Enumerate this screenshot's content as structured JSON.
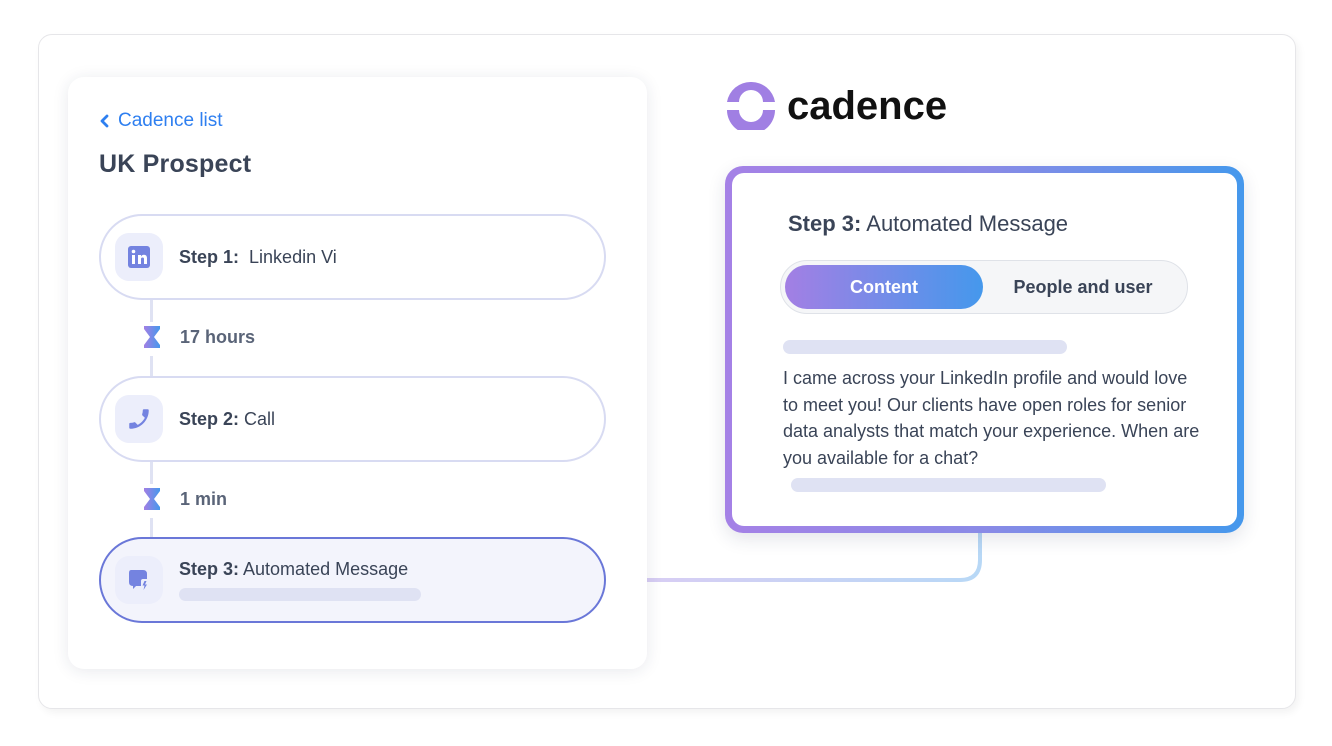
{
  "left_panel": {
    "back_link": "Cadence list",
    "title": "UK Prospect",
    "steps": [
      {
        "label": "Step 1:",
        "name": "Linkedin Vi",
        "icon": "linkedin-icon"
      },
      {
        "label": "Step 2:",
        "name": "Call",
        "icon": "phone-icon"
      },
      {
        "label": "Step 3:",
        "name": "Automated Message",
        "icon": "automated-message-icon",
        "active": true
      }
    ],
    "delays": [
      {
        "value": "17 hours",
        "icon": "hourglass-icon"
      },
      {
        "value": "1 min",
        "icon": "hourglass-icon"
      }
    ]
  },
  "brand": {
    "name": "cadence",
    "logo_color": "#a07fe3"
  },
  "detail": {
    "title_label": "Step 3:",
    "title_name": "Automated Message",
    "tabs": [
      {
        "label": "Content",
        "active": true
      },
      {
        "label": "People and user",
        "active": false
      }
    ],
    "message": "I came across your LinkedIn profile and would love to meet you! Our clients have open roles for senior data analysts that match your experience. When are you available for a chat?"
  },
  "colors": {
    "accent_purple": "#a581e6",
    "accent_blue": "#4598ec",
    "link_blue": "#2e7ff0",
    "active_border": "#6a77d8",
    "icon_fill": "#7483e0"
  }
}
